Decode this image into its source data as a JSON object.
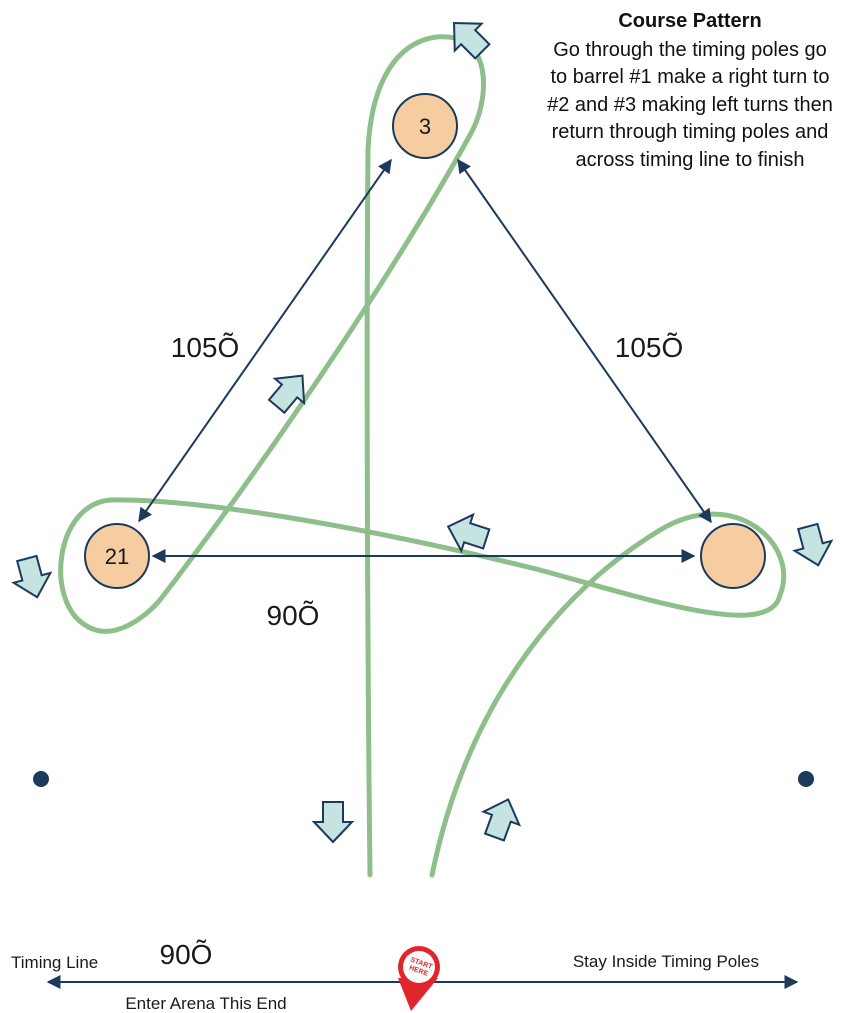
{
  "course_pattern": {
    "title": "Course Pattern",
    "lines": [
      "Go through the timing poles go",
      "to barrel #1 make a right turn to",
      "#2 and #3 making left turns then",
      "return through timing poles and",
      "across timing line to finish"
    ]
  },
  "barrels": {
    "top_label": "3",
    "left_label": "21",
    "right_label": ""
  },
  "distances": {
    "left_side": "105Õ",
    "right_side": "105Õ",
    "base": "90Õ",
    "timing_line": "90Õ"
  },
  "labels": {
    "timing_line": "Timing Line",
    "stay_inside": "Stay Inside Timing Poles",
    "enter_arena": "Enter Arena This End",
    "start_line1": "START",
    "start_line2": "HERE"
  },
  "colors": {
    "barrel_fill": "#f6cda0",
    "path_green": "#8ebf8a",
    "arrow_fill": "#c5e3e0",
    "navy": "#1b3a5c",
    "start_red": "#e0262c"
  }
}
